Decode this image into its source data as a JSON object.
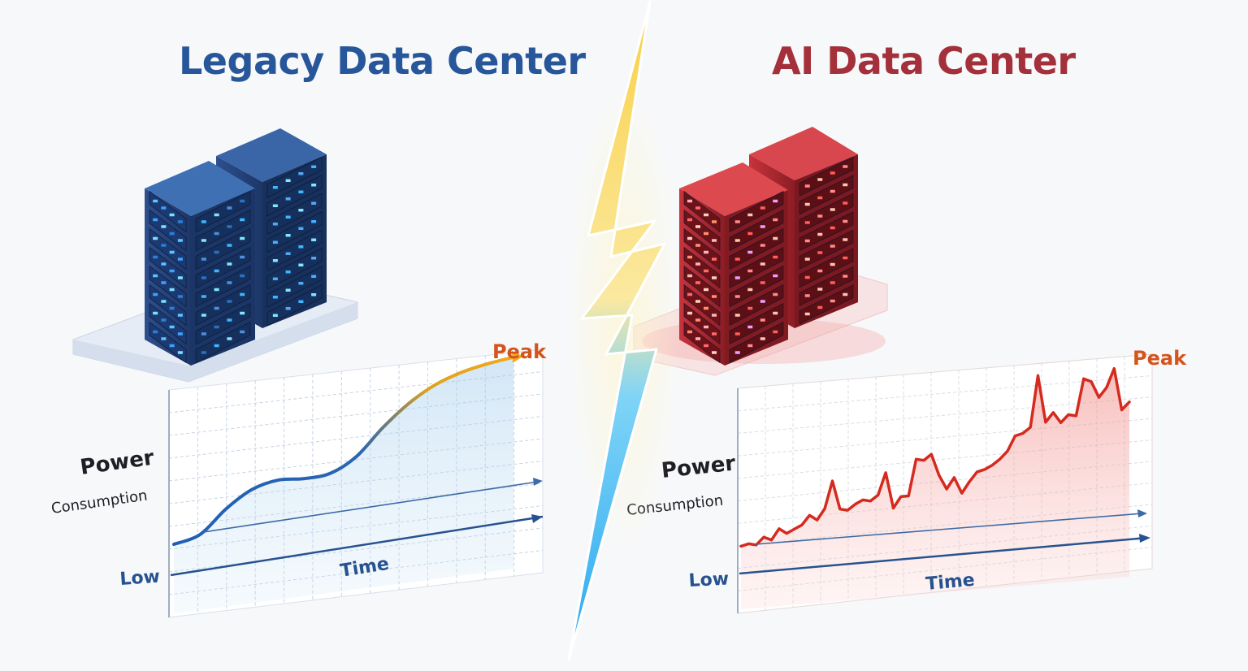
{
  "panels": {
    "legacy": {
      "title": "Legacy Data Center",
      "ylabel_main": "Power",
      "ylabel_sub": "Consumption",
      "low_label": "Low",
      "peak_label": "Peak",
      "xlabel": "Time",
      "accent": "#27579a",
      "curve_start": "#1f5fb4",
      "curve_end": "#f2a81c"
    },
    "ai": {
      "title": "AI Data Center",
      "ylabel_main": "Power",
      "ylabel_sub": "Consumption",
      "low_label": "Low",
      "peak_label": "Peak",
      "xlabel": "Time",
      "accent": "#a3303a",
      "curve": "#d52a1e"
    }
  },
  "divider": {
    "icon": "lightning-bolt-icon",
    "colors": [
      "#f6c24a",
      "#3bb6f2"
    ]
  },
  "colors": {
    "peak_label": "#d4541c",
    "axis": "#27528f"
  },
  "chart_data": [
    {
      "type": "line",
      "x": [
        0,
        1,
        2,
        3,
        4,
        5,
        6,
        7,
        8,
        9,
        10,
        11,
        12,
        13
      ],
      "values": [
        8,
        11,
        22,
        30,
        33,
        32,
        33,
        40,
        53,
        64,
        72,
        77,
        80,
        82
      ]
    },
    {
      "type": "line",
      "x": [
        0,
        1,
        2,
        3,
        4,
        5,
        6,
        7,
        8,
        9,
        10,
        11,
        12,
        13,
        14,
        15,
        16,
        17,
        18,
        19,
        20,
        21,
        22,
        23,
        24,
        25,
        26,
        27,
        28,
        29,
        30,
        31,
        32,
        33,
        34,
        35,
        36,
        37,
        38,
        39,
        40,
        41,
        42,
        43,
        44,
        45,
        46,
        47,
        48,
        49,
        50,
        51
      ],
      "values": [
        8,
        9,
        8,
        12,
        10,
        16,
        13,
        15,
        17,
        22,
        19,
        25,
        40,
        24,
        23,
        26,
        28,
        27,
        30,
        42,
        22,
        28,
        28,
        48,
        47,
        50,
        38,
        30,
        36,
        27,
        33,
        38,
        39,
        41,
        44,
        48,
        56,
        57,
        60,
        88,
        62,
        67,
        61,
        65,
        64,
        84,
        82,
        73,
        78,
        88,
        65,
        69
      ]
    }
  ]
}
